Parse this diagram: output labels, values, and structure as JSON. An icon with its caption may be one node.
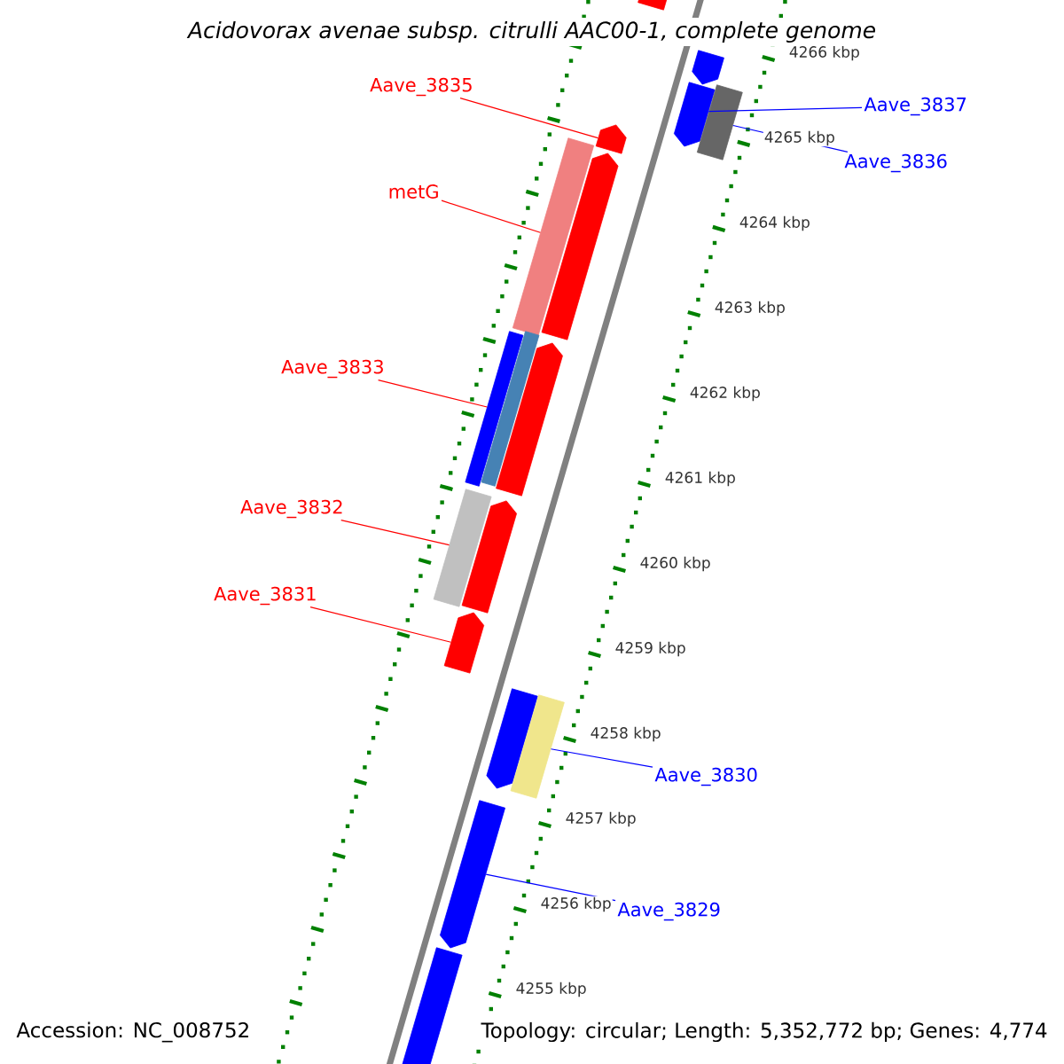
{
  "diagram": {
    "title": "Acidovorax avenae subsp. citrulli AAC00-1, complete genome",
    "nodes": [
      {
        "text": [
          "Aave_3835"
        ]
      },
      {
        "text": [
          "metG"
        ]
      },
      {
        "text": [
          "Aave_3833"
        ]
      },
      {
        "text": [
          "Aave_3832"
        ]
      },
      {
        "text": [
          "Aave_3831"
        ]
      },
      {
        "text": [
          "Aave_3837"
        ]
      },
      {
        "text": [
          "Aave_3836"
        ]
      },
      {
        "text": [
          "Aave_3830"
        ]
      },
      {
        "text": [
          "Aave_3829"
        ]
      },
      {
        "text": [],
        "shape": "arrow"
      },
      {
        "text": [],
        "shape": "arrow"
      },
      {
        "text": [],
        "shape": "arrow"
      },
      {
        "text": [],
        "shape": "bar"
      },
      {
        "text": [],
        "shape": "arrow"
      },
      {
        "text": [],
        "shape": "bar"
      },
      {
        "text": [],
        "shape": "arrow"
      },
      {
        "text": [],
        "shape": "bar"
      },
      {
        "text": [],
        "shape": "bar"
      },
      {
        "text": [],
        "shape": "arrow"
      },
      {
        "text": [],
        "shape": "bar"
      },
      {
        "text": [],
        "shape": "arrow"
      },
      {
        "text": [],
        "shape": "arrow"
      },
      {
        "text": [],
        "shape": "arrow"
      },
      {
        "text": [],
        "shape": "bar"
      },
      {
        "text": [],
        "shape": "arrow"
      },
      {
        "text": [],
        "shape": "arrow"
      }
    ],
    "edges": [
      {
        "from": 0,
        "to": 13,
        "arrow": "none"
      },
      {
        "from": 1,
        "to": 14,
        "arrow": "none"
      },
      {
        "from": 2,
        "to": 16,
        "arrow": "none"
      },
      {
        "from": 3,
        "to": 19,
        "arrow": "none"
      },
      {
        "from": 4,
        "to": 21,
        "arrow": "none"
      },
      {
        "from": 5,
        "to": 11,
        "arrow": "none",
        "color": "#0000ff"
      },
      {
        "from": 6,
        "to": 12,
        "arrow": "none",
        "color": "#0000ff"
      },
      {
        "from": 7,
        "to": 23,
        "arrow": "none",
        "color": "#0000ff"
      },
      {
        "from": 8,
        "to": 24,
        "arrow": "none",
        "color": "#0000ff"
      }
    ],
    "labels": [
      "4266 kbp",
      "4265 kbp",
      "4264 kbp",
      "4263 kbp",
      "4262 kbp",
      "4261 kbp",
      "4260 kbp",
      "4259 kbp",
      "4258 kbp",
      "4257 kbp",
      "4256 kbp",
      "4255 kbp",
      "Accession: NC_008752",
      "Topology: circular; Length: 5,352,772 bp; Genes: 4,774"
    ]
  }
}
